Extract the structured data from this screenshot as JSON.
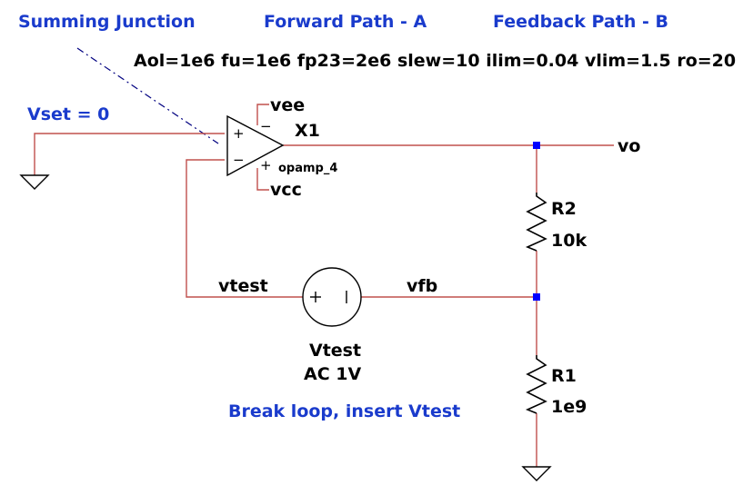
{
  "labels": {
    "summing_junction": "Summing Junction",
    "forward_path": "Forward Path - A",
    "feedback_path": "Feedback Path - B",
    "params": "Aol=1e6 fu=1e6 fp23=2e6 slew=10 ilim=0.04 vlim=1.5 ro=20",
    "vset": "Vset = 0",
    "break_loop": "Break loop, insert Vtest"
  },
  "opamp": {
    "name": "X1",
    "model": "opamp_4",
    "neg_supply": "vee",
    "pos_supply": "vcc",
    "plus": "+",
    "minus": "−"
  },
  "nets": {
    "output": "vo",
    "test": "vtest",
    "feedback": "vfb"
  },
  "source": {
    "name": "Vtest",
    "value": "AC 1V"
  },
  "resistors": [
    {
      "name": "R2",
      "value": "10k"
    },
    {
      "name": "R1",
      "value": "1e9"
    }
  ],
  "colors": {
    "wire": "#c0504d",
    "annotation": "#1a3bcc",
    "junction": "#0000ff"
  }
}
